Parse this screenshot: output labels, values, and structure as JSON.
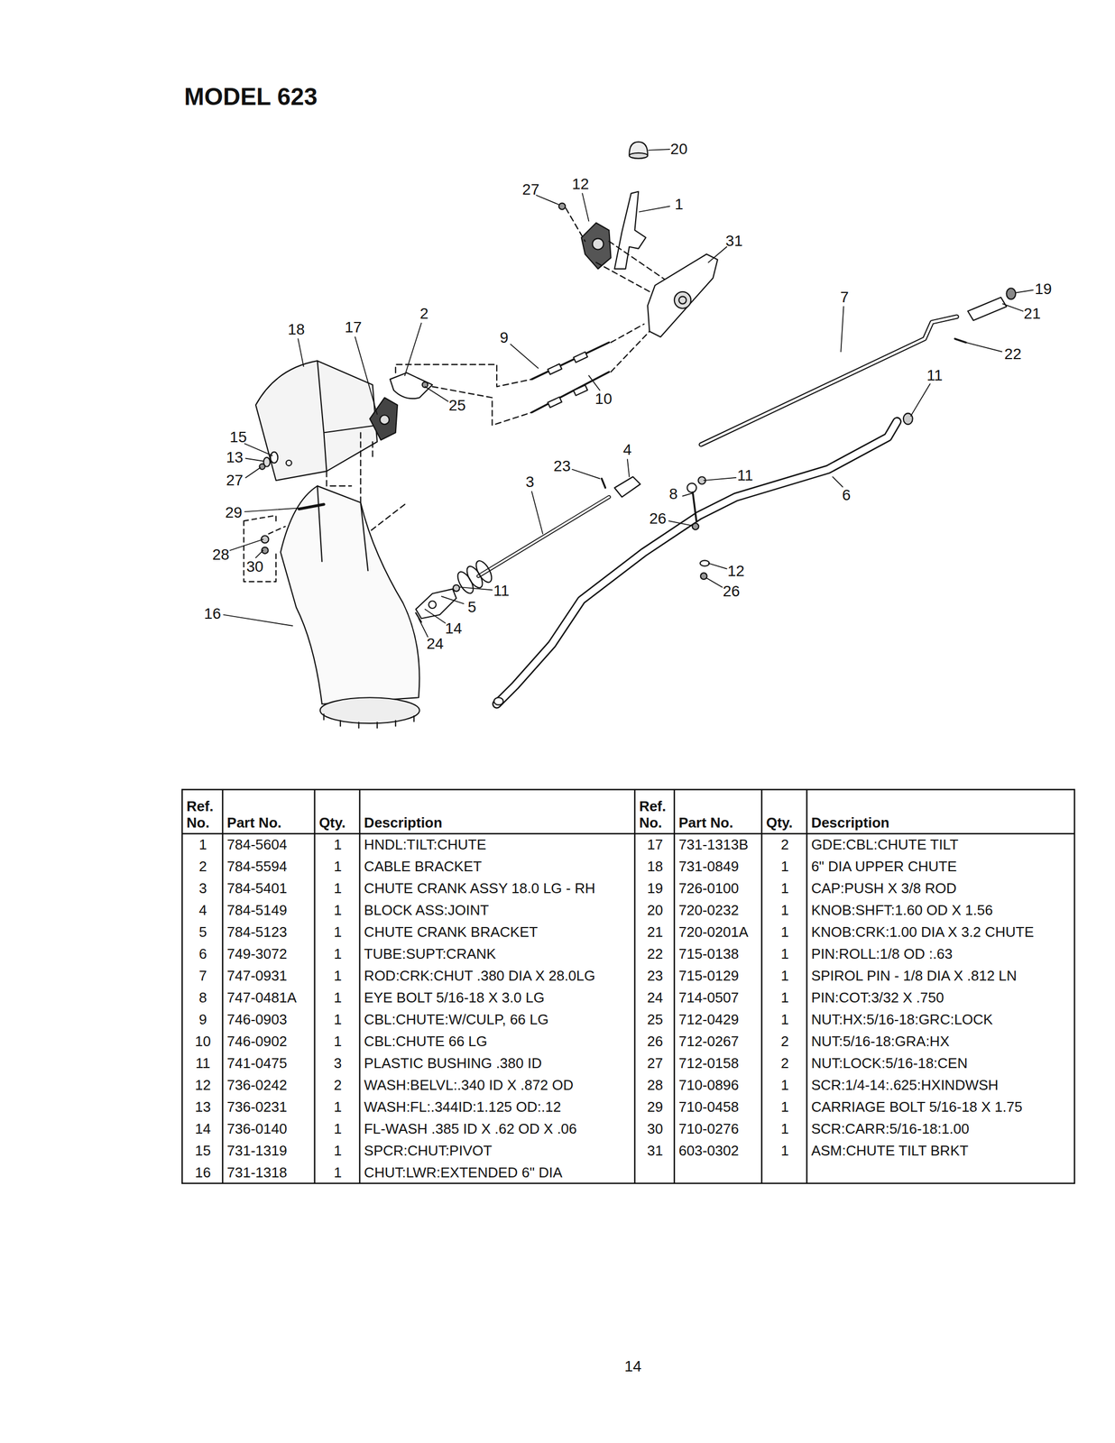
{
  "diagram": {
    "title": "MODEL 623",
    "labels": [
      "20",
      "27",
      "12",
      "1",
      "31",
      "7",
      "19",
      "21",
      "22",
      "18",
      "17",
      "2",
      "9",
      "25",
      "10",
      "11",
      "15",
      "13",
      "27",
      "4",
      "23",
      "11",
      "3",
      "8",
      "6",
      "26",
      "29",
      "28",
      "30",
      "11",
      "5",
      "12",
      "26",
      "16",
      "14",
      "24",
      "Ref. No.",
      "Part No.",
      "Qty.",
      "Description",
      "Ref. No.",
      "Part No.",
      "Qty.",
      "Description",
      "1",
      "784-5604",
      "1",
      "HNDL:TILT:CHUTE",
      "17",
      "731-1313B",
      "2",
      "GDE:CBL:CHUTE TILT",
      "2",
      "784-5594",
      "1",
      "CABLE BRACKET",
      "18",
      "731-0849",
      "1",
      "6\" DIA UPPER CHUTE",
      "3",
      "784-5401",
      "1",
      "CHUTE CRANK ASSY 18.0 LG - RH",
      "19",
      "726-0100",
      "1",
      "CAP:PUSH X 3/8 ROD",
      "4",
      "784-5149",
      "1",
      "BLOCK ASS:JOINT",
      "20",
      "720-0232",
      "1",
      "KNOB:SHFT:1.60 OD X 1.56",
      "5",
      "784-5123",
      "1",
      "CHUTE CRANK BRACKET",
      "21",
      "720-0201A",
      "1",
      "KNOB:CRK:1.00 DIA X 3.2 CHUTE",
      "6",
      "749-3072",
      "1",
      "TUBE:SUPT:CRANK",
      "22",
      "715-0138",
      "1",
      "PIN:ROLL:1/8 OD :.63",
      "7",
      "747-0931",
      "1",
      "ROD:CRK:CHUT .380 DIA X 28.0LG",
      "23",
      "715-0129",
      "1",
      "SPIROL PIN - 1/8 DIA X .812 LN",
      "8",
      "747-0481A",
      "1",
      "EYE BOLT 5/16-18 X 3.0 LG",
      "24",
      "714-0507",
      "1",
      "PIN:COT:3/32 X .750",
      "9",
      "746-0903",
      "1",
      "CBL:CHUTE:W/CULP, 66 LG",
      "25",
      "712-0429",
      "1",
      "NUT:HX:5/16-18:GRC:LOCK",
      "10",
      "746-0902",
      "1",
      "CBL:CHUTE 66 LG",
      "26",
      "712-0267",
      "2",
      "NUT:5/16-18:GRA:HX",
      "11",
      "741-0475",
      "3",
      "PLASTIC BUSHING .380 ID",
      "27",
      "712-0158",
      "2",
      "NUT:LOCK:5/16-18:CEN",
      "12",
      "736-0242",
      "2",
      "WASH:BELVL:.340 ID X .872 OD",
      "28",
      "710-0896",
      "1",
      "SCR:1/4-14:.625:HXINDWSH",
      "13",
      "736-0231",
      "1",
      "WASH:FL:.344ID:1.125 OD:.12",
      "29",
      "710-0458",
      "1",
      "CARRIAGE BOLT 5/16-18 X 1.75",
      "14",
      "736-0140",
      "1",
      "FL-WASH .385 ID X .62 OD X .06",
      "30",
      "710-0276",
      "1",
      "SCR:CARR:5/16-18:1.00",
      "15",
      "731-1319",
      "1",
      "SPCR:CHUT:PIVOT",
      "31",
      "603-0302",
      "1",
      "ASM:CHUTE TILT BRKT",
      "16",
      "731-1318",
      "1",
      "CHUT:LWR:EXTENDED 6\" DIA",
      "14"
    ]
  }
}
